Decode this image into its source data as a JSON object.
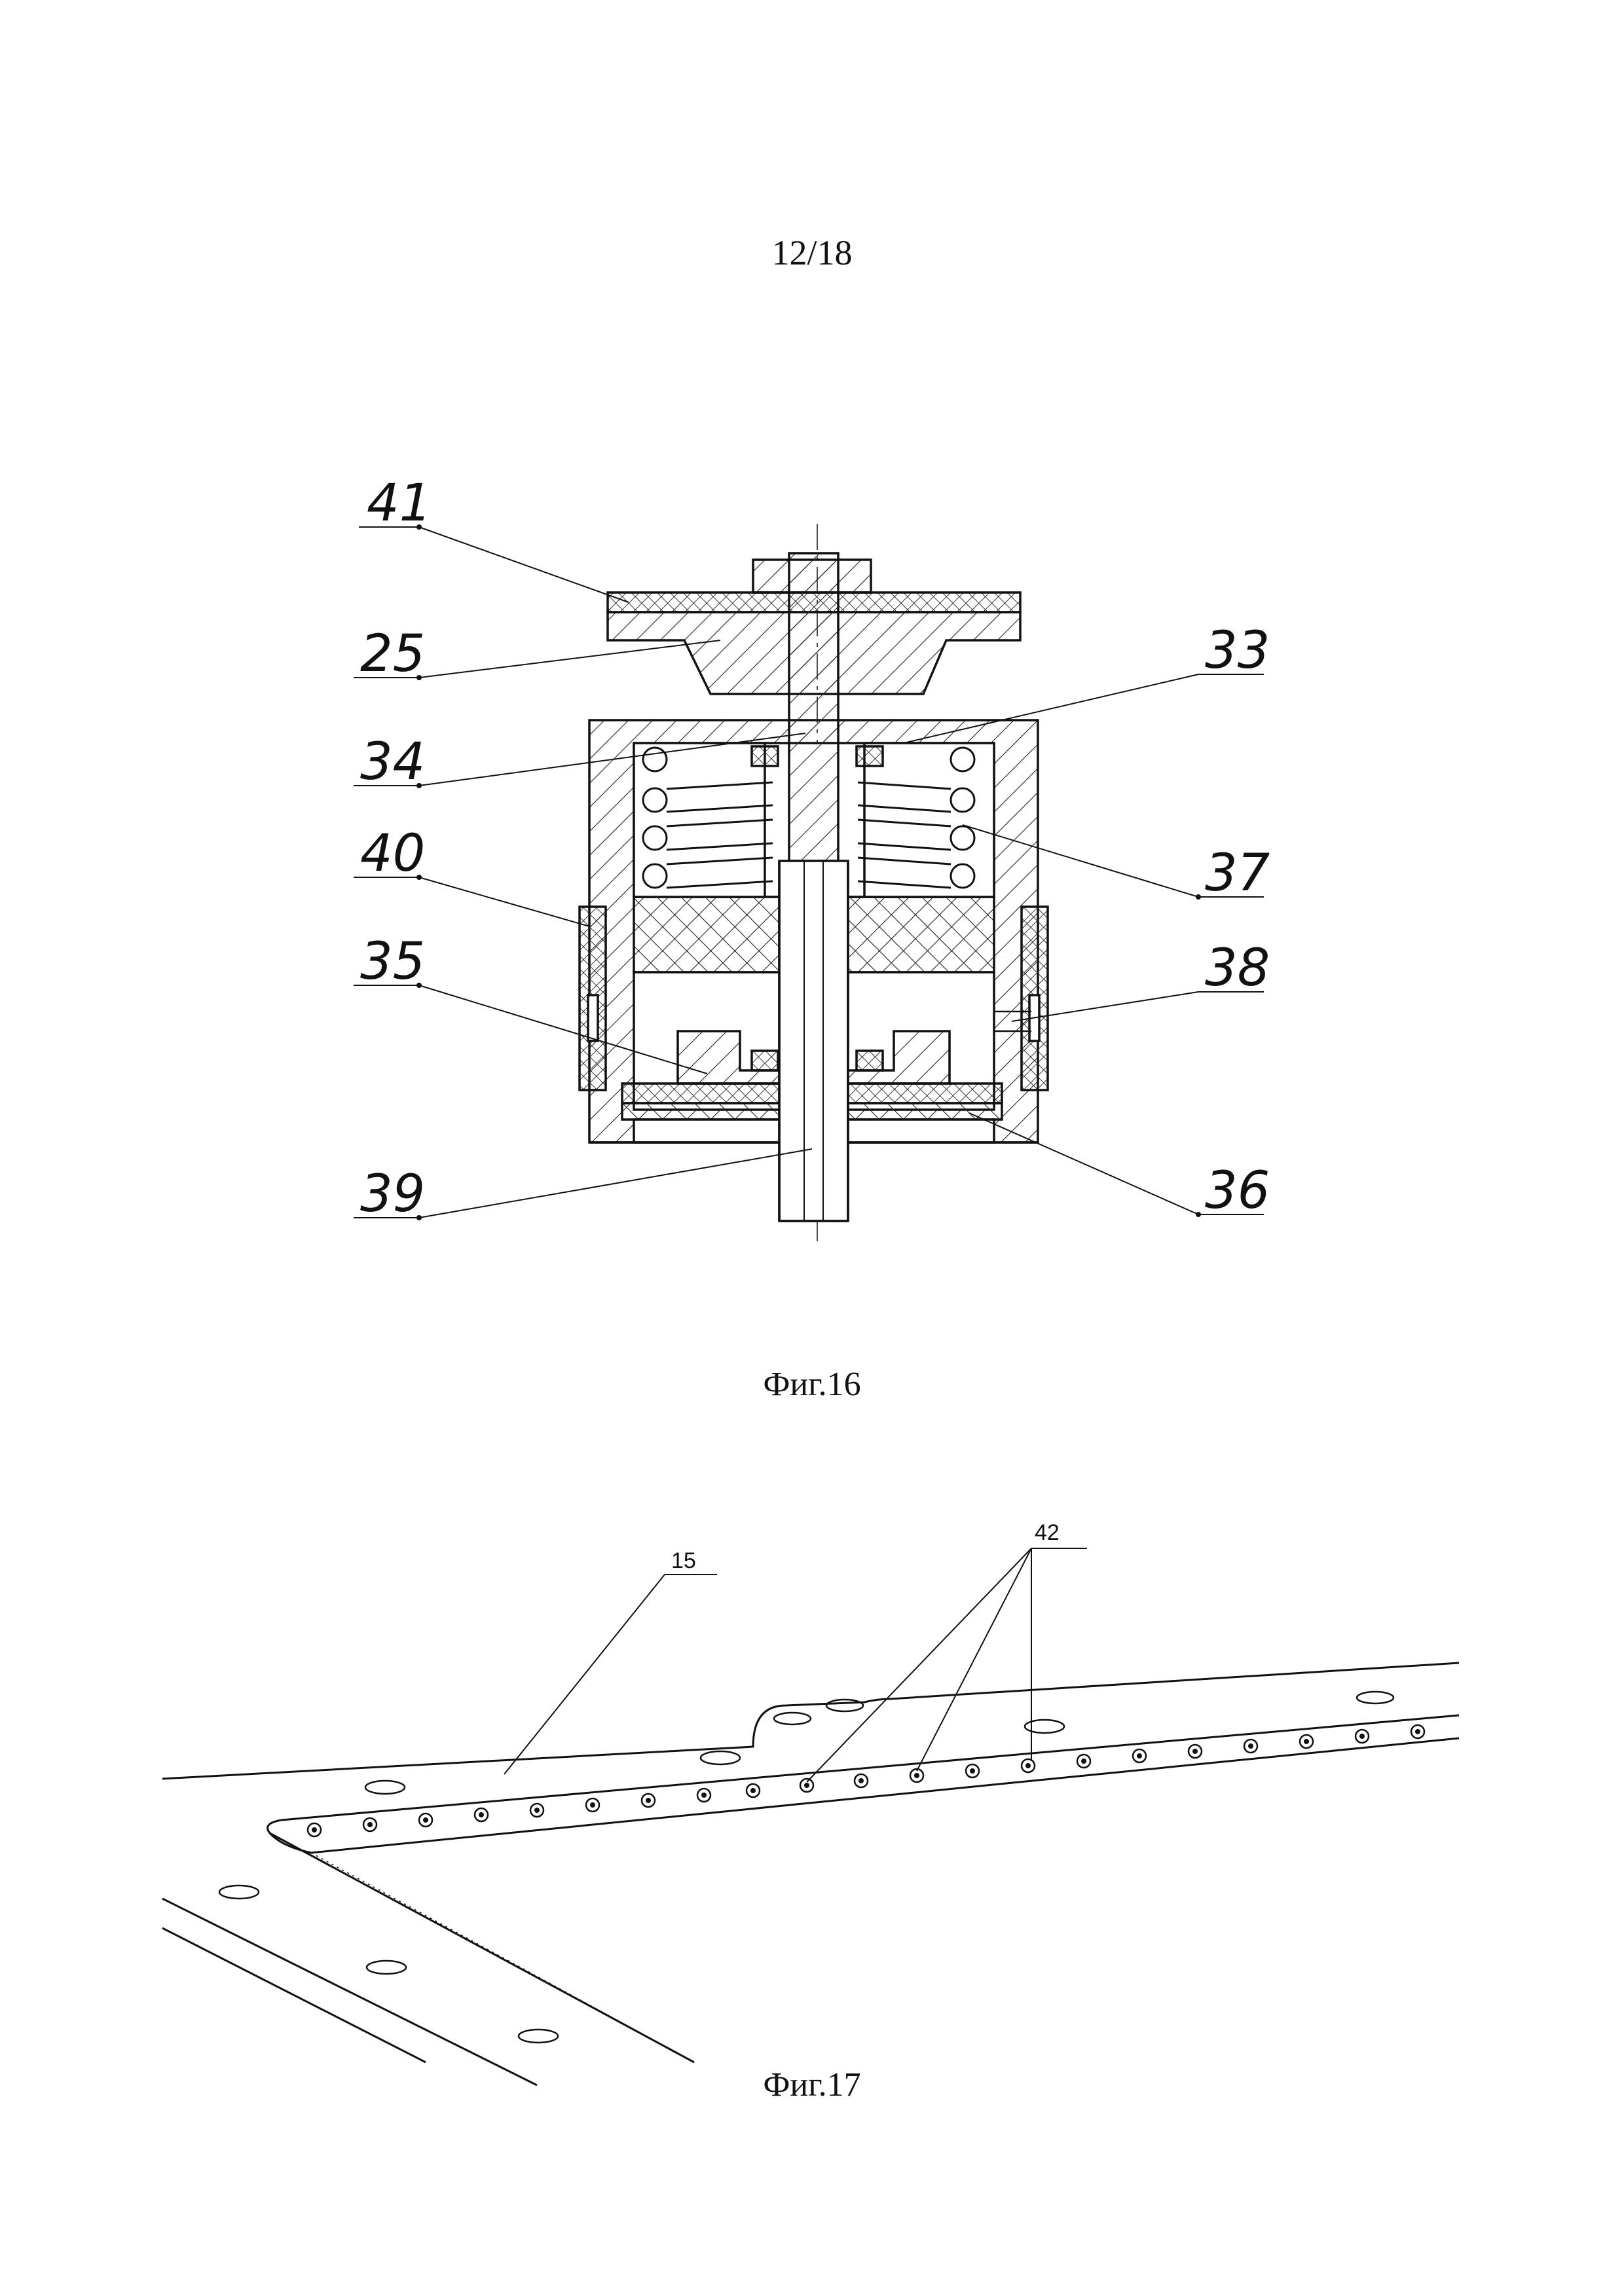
{
  "page_number": "12/18",
  "figures": [
    {
      "caption": "Фиг.16",
      "labels": [
        "41",
        "25",
        "34",
        "40",
        "35",
        "39",
        "33",
        "37",
        "38",
        "36"
      ]
    },
    {
      "caption": "Фиг.17",
      "labels": [
        "15",
        "42"
      ]
    }
  ]
}
